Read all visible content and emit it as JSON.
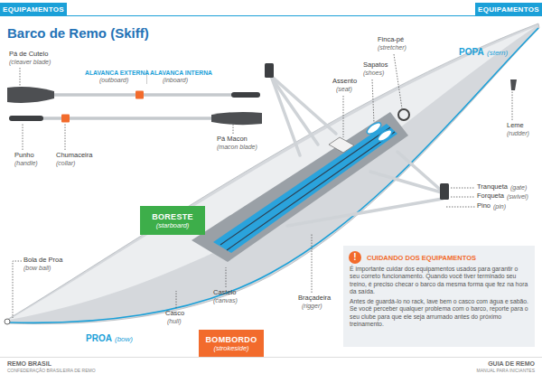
{
  "diagram": {
    "title": "Barco de Remo (Skiff)",
    "nodes": [
      {
        "text": [
          "EQUIPAMENTOS"
        ]
      },
      {
        "text": [
          "EQUIPAMENTOS"
        ]
      },
      {
        "text": [
          "BORESTE",
          "(starboard)"
        ]
      },
      {
        "text": [
          "CUIDANDO DOS EQUIPAMENTOS",
          "É importante cuidar dos equipamentos usados para garantir o seu correto funcionamento. Quando você tiver terminado seu treino, é preciso checar o barco da mesma forma que fez na hora da saída.",
          "Antes de guardá-lo no rack, lave bem o casco com água e sabão. Se você perceber qualquer problema com o barco, reporte para o seu clube para que ele seja arrumado antes do próximo treinamento."
        ]
      },
      {
        "text": [
          "!"
        ],
        "in": 3
      },
      {
        "text": [
          "BOMBORDO",
          "(strokeside)"
        ]
      }
    ],
    "labels": [
      "Pá de Cutelo",
      "(cleaver blade)",
      "Finca-pé",
      "(stretcher)",
      "POPA",
      "(stern)",
      "Sapatos",
      "(shoes)",
      "ALAVANCA EXTERNA",
      "(outboard)",
      "ALAVANCA INTERNA",
      "(inboard)",
      "Assento",
      "(seat)",
      "Leme",
      "(rudder)",
      "Pá Macon",
      "(macon blade)",
      "Punho",
      "(handle)",
      "Chumaceira",
      "(collar)",
      "Tranqueta",
      "(gate)",
      "Forqueta",
      "(swivel)",
      "Pino",
      "(pin)",
      "Bola de Proa",
      "(bow ball)",
      "Braçadeira",
      "(rigger)",
      "Casco",
      "(hull)",
      "Castelo",
      "(canvas)",
      "PROA",
      "(bow)",
      "REMO BRASIL",
      "CONFEDERAÇÃO BRASILEIRA DE REMO",
      "GUIA DE REMO",
      "MANUAL PARA INICIANTES"
    ]
  }
}
